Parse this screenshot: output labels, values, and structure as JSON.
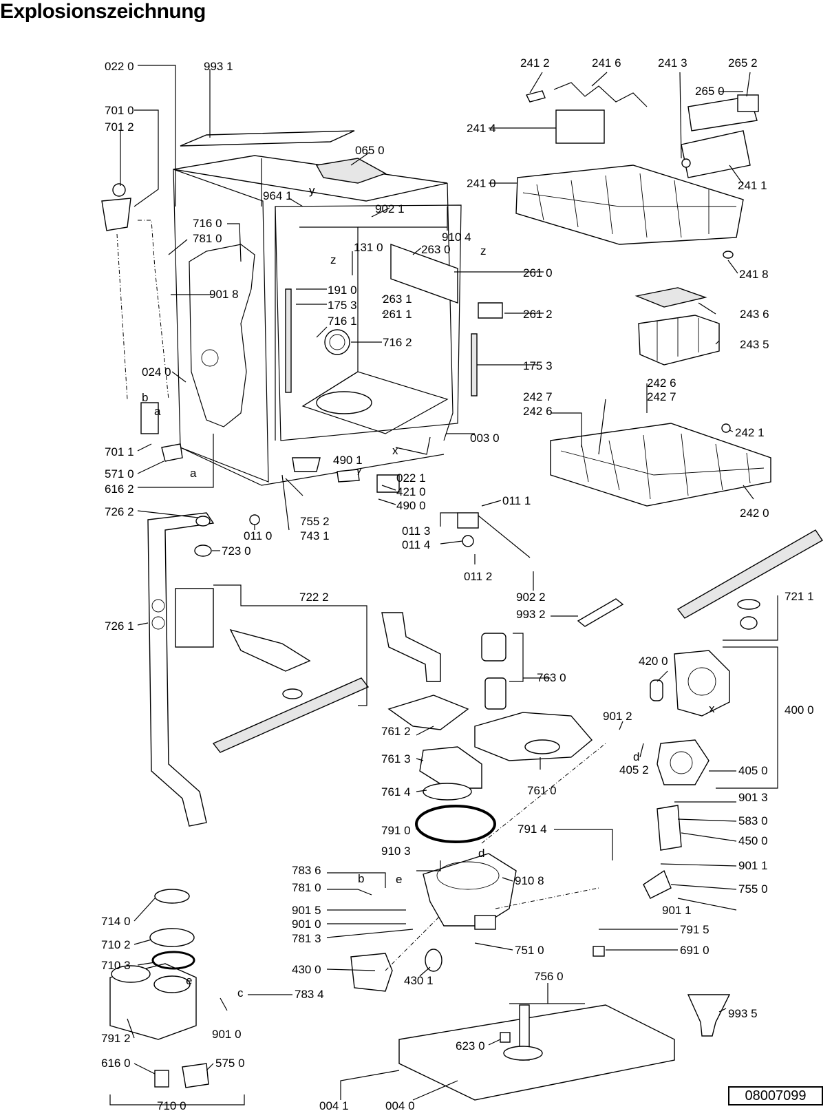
{
  "title": "Explosionszeichnung",
  "document_number": "08007099",
  "markers": [
    "a",
    "a",
    "b",
    "b",
    "c",
    "d",
    "d",
    "e",
    "e",
    "x",
    "x",
    "y",
    "z",
    "z"
  ],
  "part_labels": [
    {
      "id": "022 0"
    },
    {
      "id": "993 1"
    },
    {
      "id": "701 0"
    },
    {
      "id": "701 2"
    },
    {
      "id": "065 0"
    },
    {
      "id": "964 1"
    },
    {
      "id": "902 1"
    },
    {
      "id": "910 4"
    },
    {
      "id": "716 0"
    },
    {
      "id": "781 0"
    },
    {
      "id": "131 0"
    },
    {
      "id": "263 0"
    },
    {
      "id": "901 8"
    },
    {
      "id": "191 0"
    },
    {
      "id": "175 3"
    },
    {
      "id": "263 1"
    },
    {
      "id": "261 1"
    },
    {
      "id": "716 1"
    },
    {
      "id": "716 2"
    },
    {
      "id": "261 0"
    },
    {
      "id": "261 2"
    },
    {
      "id": "175 3"
    },
    {
      "id": "024 0"
    },
    {
      "id": "003 0"
    },
    {
      "id": "701 1"
    },
    {
      "id": "571 0"
    },
    {
      "id": "616 2"
    },
    {
      "id": "490 1"
    },
    {
      "id": "022 1"
    },
    {
      "id": "421 0"
    },
    {
      "id": "490 0"
    },
    {
      "id": "755 2"
    },
    {
      "id": "743 1"
    },
    {
      "id": "011 0"
    },
    {
      "id": "726 2"
    },
    {
      "id": "723 0"
    },
    {
      "id": "011 1"
    },
    {
      "id": "011 3"
    },
    {
      "id": "011 4"
    },
    {
      "id": "011 2"
    },
    {
      "id": "902 2"
    },
    {
      "id": "993 2"
    },
    {
      "id": "722 2"
    },
    {
      "id": "726 1"
    },
    {
      "id": "241 2"
    },
    {
      "id": "241 6"
    },
    {
      "id": "241 3"
    },
    {
      "id": "265 2"
    },
    {
      "id": "265 0"
    },
    {
      "id": "241 4"
    },
    {
      "id": "241 0"
    },
    {
      "id": "241 1"
    },
    {
      "id": "241 8"
    },
    {
      "id": "243 6"
    },
    {
      "id": "243 5"
    },
    {
      "id": "242 6"
    },
    {
      "id": "242 7"
    },
    {
      "id": "242 7"
    },
    {
      "id": "242 6"
    },
    {
      "id": "242 1"
    },
    {
      "id": "242 0"
    },
    {
      "id": "721 1"
    },
    {
      "id": "763 0"
    },
    {
      "id": "420 0"
    },
    {
      "id": "400 0"
    },
    {
      "id": "761 2"
    },
    {
      "id": "761 3"
    },
    {
      "id": "761 4"
    },
    {
      "id": "761 0"
    },
    {
      "id": "901 2"
    },
    {
      "id": "405 2"
    },
    {
      "id": "405 0"
    },
    {
      "id": "901 3"
    },
    {
      "id": "791 0"
    },
    {
      "id": "791 4"
    },
    {
      "id": "583 0"
    },
    {
      "id": "450 0"
    },
    {
      "id": "910 3"
    },
    {
      "id": "910 8"
    },
    {
      "id": "901 1"
    },
    {
      "id": "783 6"
    },
    {
      "id": "781 0"
    },
    {
      "id": "755 0"
    },
    {
      "id": "901 5"
    },
    {
      "id": "901 1"
    },
    {
      "id": "901 0"
    },
    {
      "id": "791 5"
    },
    {
      "id": "781 3"
    },
    {
      "id": "751 0"
    },
    {
      "id": "691 0"
    },
    {
      "id": "714 0"
    },
    {
      "id": "710 2"
    },
    {
      "id": "430 0"
    },
    {
      "id": "430 1"
    },
    {
      "id": "710 3"
    },
    {
      "id": "756 0"
    },
    {
      "id": "783 4"
    },
    {
      "id": "993 5"
    },
    {
      "id": "901 0"
    },
    {
      "id": "623 0"
    },
    {
      "id": "791 2"
    },
    {
      "id": "575 0"
    },
    {
      "id": "616 0"
    },
    {
      "id": "710 0"
    },
    {
      "id": "004 1"
    },
    {
      "id": "004 0"
    }
  ]
}
